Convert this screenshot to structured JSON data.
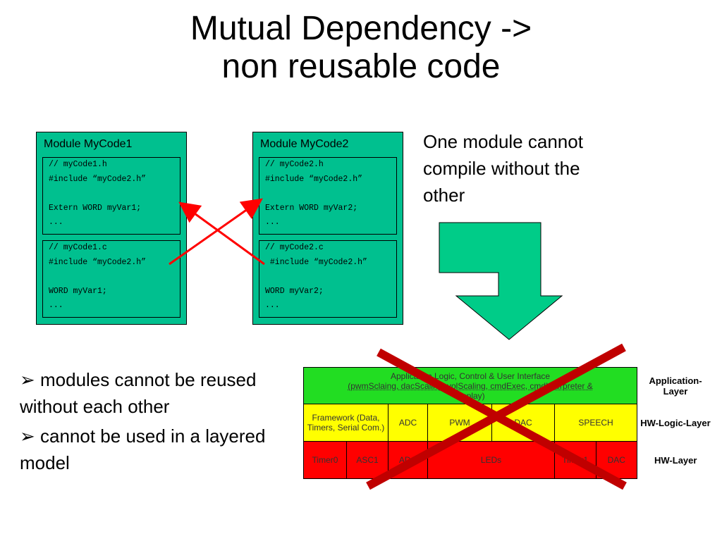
{
  "slide": {
    "title_line1": "Mutual Dependency ->",
    "title_line2": "non reusable code"
  },
  "modules": [
    {
      "title": "Module MyCode1",
      "header_file": [
        "// myCode1.h",
        "#include “myCode2.h”",
        "",
        "Extern WORD myVar1;",
        "..."
      ],
      "source_file": [
        "// myCode1.c",
        "#include “myCode2.h”",
        "",
        "WORD myVar1;",
        "..."
      ]
    },
    {
      "title": "Module MyCode2",
      "header_file": [
        "// myCode2.h",
        "#include “myCode2.h”",
        "",
        "Extern WORD myVar2;",
        "..."
      ],
      "source_file": [
        "// myCode2.c",
        " #include “myCode2.h”",
        "",
        "WORD myVar2;",
        "..."
      ]
    }
  ],
  "side_note": {
    "line1": "One module cannot",
    "line2": "compile without the",
    "line3": "other"
  },
  "bullets": [
    "modules cannot be reused without each other",
    "cannot be used in a layered model"
  ],
  "layer_diagram": {
    "application_row": {
      "line1": "Application Logic, Control & User Interface",
      "line2": "(pwmSclaing, dacScaling, volScaling, cmdExec, cmdInterpreter &",
      "line3": "display)",
      "label": "Application-Layer"
    },
    "hw_logic_row": {
      "cells": [
        "Framework (Data, Timers, Serial Com.)",
        "ADC",
        "PWM",
        "DAC",
        "SPEECH"
      ],
      "label": "HW-Logic-Layer"
    },
    "hw_row": {
      "cells": [
        "Timer0",
        "ASC1",
        "ADC",
        "LEDs",
        "Timer1",
        "DAC"
      ],
      "label": "HW-Layer"
    }
  },
  "colors": {
    "module_fill": "#00c08f",
    "arrow_fill": "#00cc88",
    "cross_red_arrows": "#ff0000",
    "cross_big": "#c00000",
    "app_layer": "#22dd22",
    "hw_logic_layer": "#ffff00",
    "hw_layer": "#ff0000"
  }
}
